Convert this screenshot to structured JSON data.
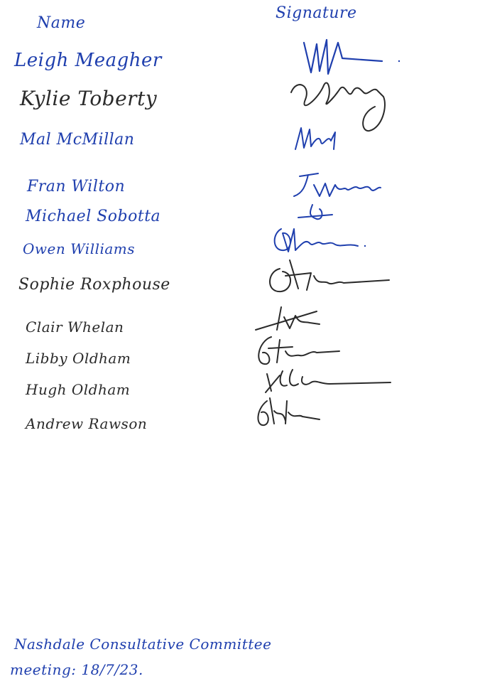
{
  "headers": {
    "name": "Name",
    "signature": "Signature"
  },
  "entries": [
    {
      "name": "Leigh Meagher"
    },
    {
      "name": "Kylie Toberty"
    },
    {
      "name": "Mal McMillan"
    },
    {
      "name": "Fran Wilton"
    },
    {
      "name": "Michael Sobotta"
    },
    {
      "name": "Owen Williams"
    },
    {
      "name": "Sophie Roxphouse"
    },
    {
      "name": "Clair Whelan"
    },
    {
      "name": "Libby Oldham"
    },
    {
      "name": "Hugh Oldham"
    },
    {
      "name": "Andrew Rawson"
    }
  ],
  "footer": {
    "line1": "Nashdale Consultative Committee",
    "line2": "meeting: 18/7/23."
  },
  "colors": {
    "blue_ink": "#1f3fae",
    "black_ink": "#2a2a2a"
  }
}
